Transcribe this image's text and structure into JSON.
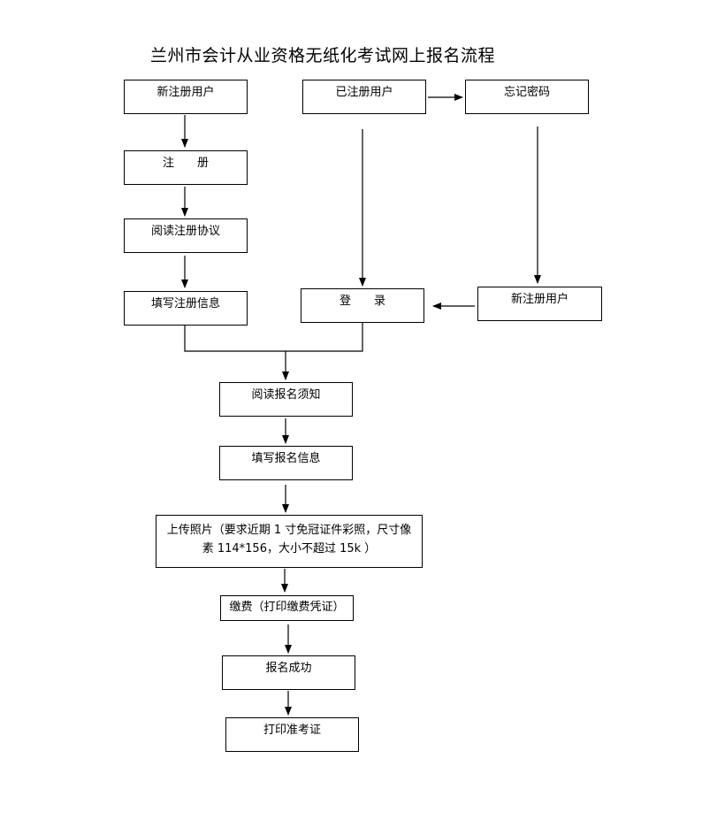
{
  "title": "兰州市会计从业资格无纸化考试网上报名流程",
  "nodes": {
    "new_user": "新注册用户",
    "register": "注　　册",
    "read_agreement": "阅读注册协议",
    "fill_reg_info": "填写注册信息",
    "registered_user": "已注册用户",
    "forgot_password": "忘记密码",
    "new_user_right": "新注册用户",
    "login": "登　　录",
    "read_notice": "阅读报名须知",
    "fill_app_info": "填写报名信息",
    "upload_photo": "上传照片（要求近期 1 寸免冠证件彩照，尺寸像素 114*156，大小不超过 15k ）",
    "pay_fee": "缴费（打印缴费凭证）",
    "success": "报名成功",
    "print_ticket": "打印准考证"
  }
}
